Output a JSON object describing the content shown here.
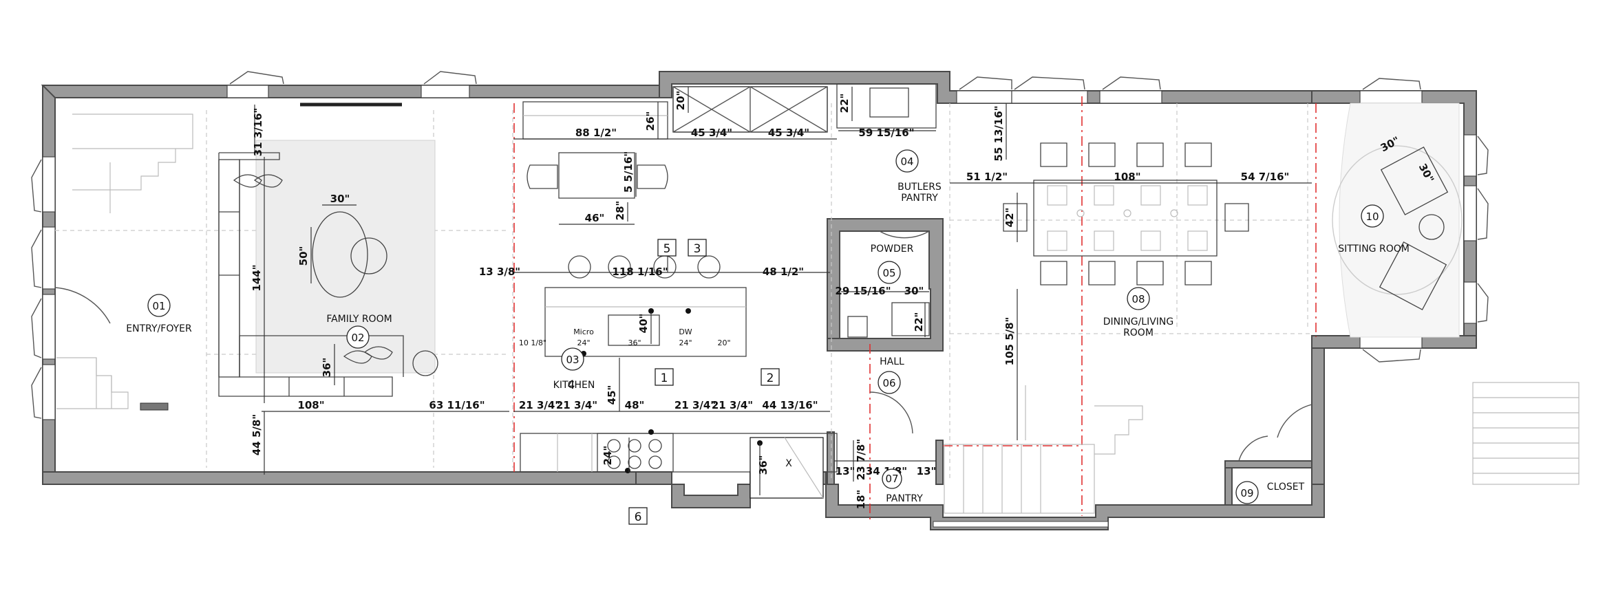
{
  "rooms": {
    "r01": {
      "num": "01",
      "name": "ENTRY/FOYER"
    },
    "r02": {
      "num": "02",
      "name": "FAMILY ROOM"
    },
    "r03": {
      "num": "03",
      "name": "KITCHEN"
    },
    "r04": {
      "num": "04",
      "name1": "BUTLERS",
      "name2": "PANTRY"
    },
    "r05": {
      "num": "05",
      "name": "POWDER"
    },
    "r06": {
      "num": "06",
      "name": "HALL"
    },
    "r07": {
      "num": "07",
      "name": "PANTRY"
    },
    "r08": {
      "num": "08",
      "name1": "DINING/LIVING",
      "name2": "ROOM"
    },
    "r09": {
      "num": "09",
      "name": "CLOSET"
    },
    "r10": {
      "num": "10",
      "name": "SITTING ROOM"
    }
  },
  "keys": {
    "k1": "1",
    "k2": "2",
    "k3": "3",
    "k4": "4",
    "k5": "5",
    "k6": "6"
  },
  "dims": {
    "d_31_3_16": "31 3/16\"",
    "d_144": "144\"",
    "d_108a": "108\"",
    "d_44_5_8": "44 5/8\"",
    "d_63_11_16": "63 11/16\"",
    "d_30a": "30\"",
    "d_50": "50\"",
    "d_36a": "36\"",
    "d_88_1_2": "88 1/2\"",
    "d_26": "26\"",
    "d_20a": "20\"",
    "d_45_3_4a": "45 3/4\"",
    "d_45_3_4b": "45 3/4\"",
    "d_22a": "22\"",
    "d_59_15_16": "59 15/16\"",
    "d_5_5_16": "5 5/16\"",
    "d_28": "28\"",
    "d_46": "46\"",
    "d_13_3_8": "13 3/8\"",
    "d_118_1_16": "118 1/16\"",
    "d_48_1_2": "48 1/2\"",
    "d_40": "40\"",
    "d_10_1_8": "10 1/8\"",
    "d_24a": "24\"",
    "d_36b": "36\"",
    "d_24b": "24\"",
    "d_20b": "20\"",
    "d_45": "45\"",
    "d_21_3_4a": "21 3/4\"",
    "d_21_3_4b": "21 3/4\"",
    "d_48": "48\"",
    "d_21_3_4c": "21 3/4\"",
    "d_21_3_4d": "21 3/4\"",
    "d_44_13_16": "44 13/16\"",
    "d_24c": "24\"",
    "d_36c": "36\"",
    "d_29_15_16": "29 15/16\"",
    "d_30b": "30\"",
    "d_22b": "22\"",
    "d_55_13_16": "55 13/16\"",
    "d_51_1_2": "51 1/2\"",
    "d_108b": "108\"",
    "d_54_7_16": "54 7/16\"",
    "d_42": "42\"",
    "d_105_5_8": "105 5/8\"",
    "d_13a": "13\"",
    "d_23_7_8": "23 7/8\"",
    "d_34_1_8": "34 1/8\"",
    "d_13b": "13\"",
    "d_18": "18\"",
    "d_30c": "30\"",
    "d_30d": "30\""
  },
  "appliances": {
    "micro": "Micro",
    "dw": "DW",
    "x": "X"
  }
}
